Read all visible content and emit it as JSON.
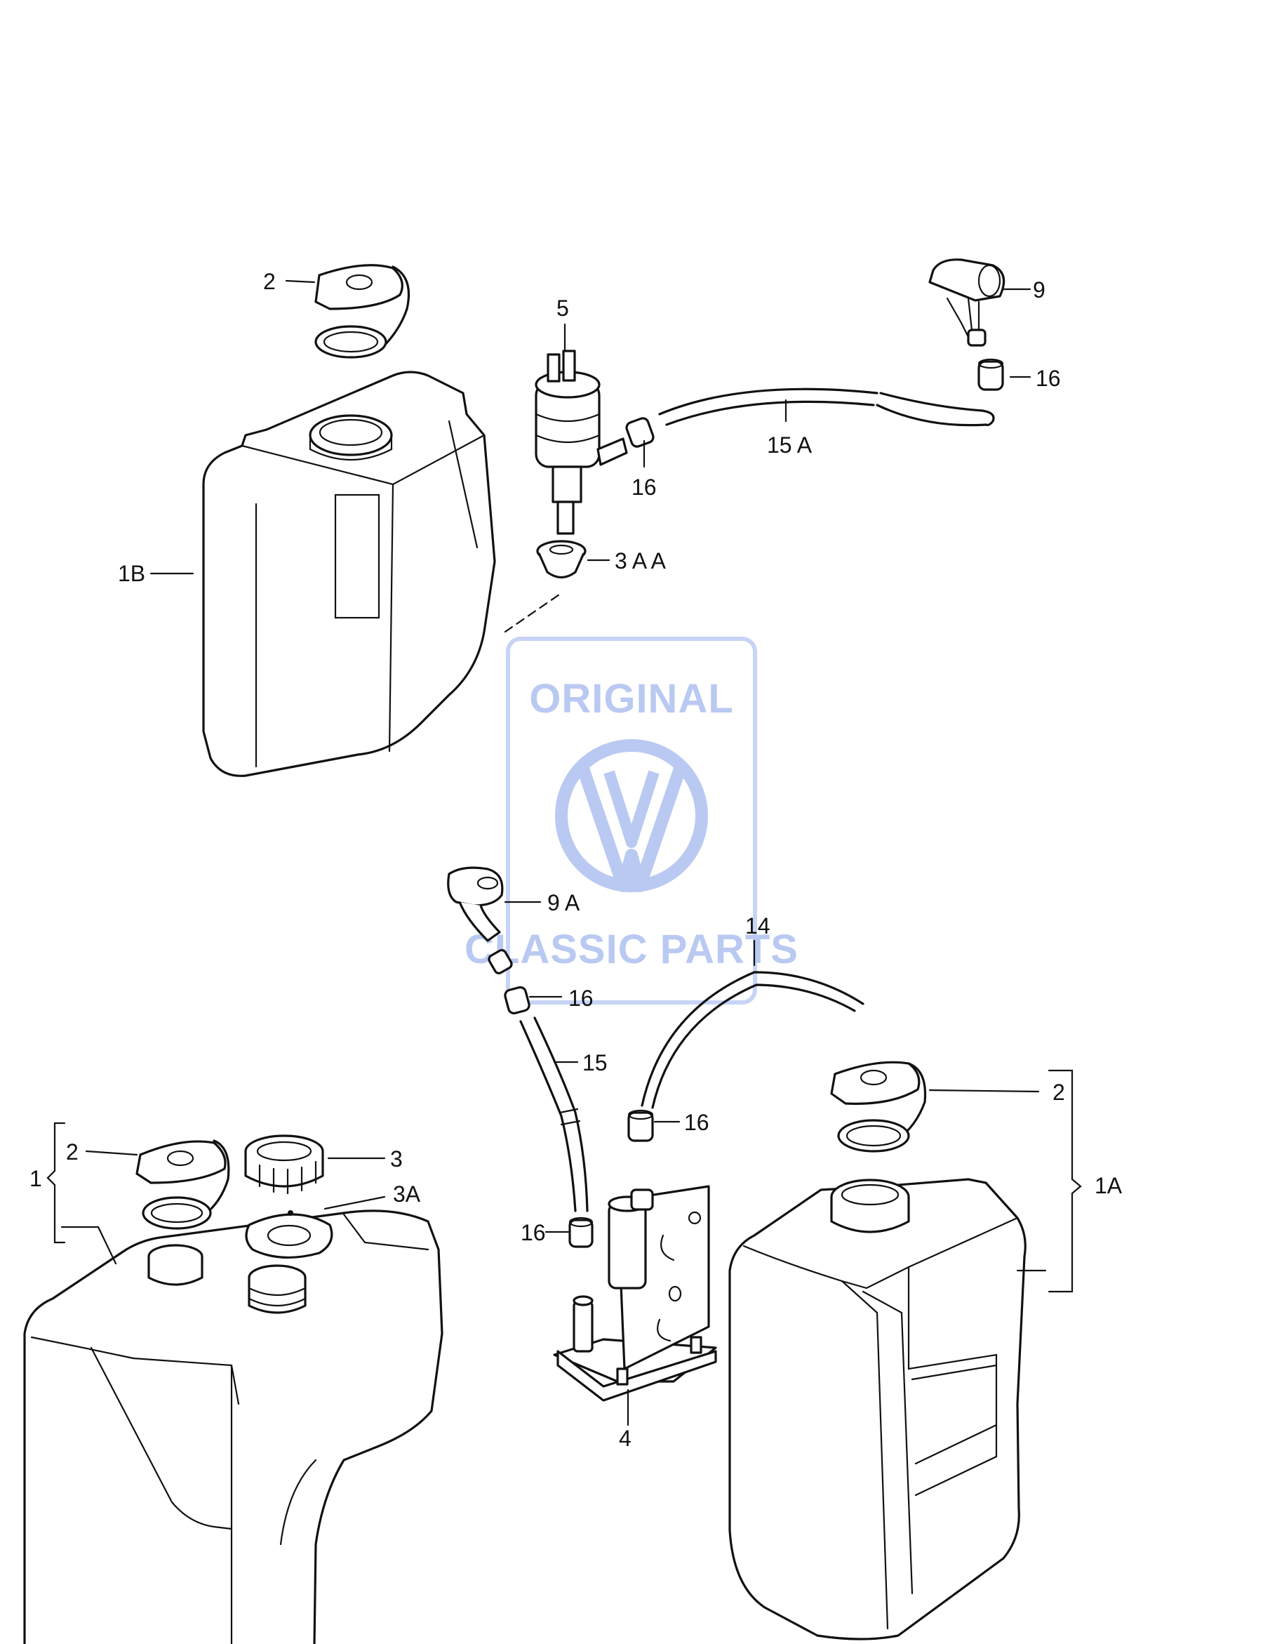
{
  "watermark": {
    "top_text": "ORIGINAL",
    "bottom_text": "CLASSIC PARTS",
    "logo": "vw-logo",
    "color": "#b9c9f2"
  },
  "labels": {
    "p2_top": "2",
    "p5": "5",
    "p9": "9",
    "p16_top_right": "16",
    "p15A": "15 A",
    "p16_top_mid": "16",
    "p3AA": "3 A A",
    "p1B": "1B",
    "p9A": "9 A",
    "p14": "14",
    "p16_mid": "16",
    "p15": "15",
    "p16_right": "16",
    "p2_right": "2",
    "p1A": "1A",
    "p2_left": "2",
    "p3": "3",
    "p3A": "3A",
    "p1": "1",
    "p16_low": "16",
    "p4": "4"
  }
}
